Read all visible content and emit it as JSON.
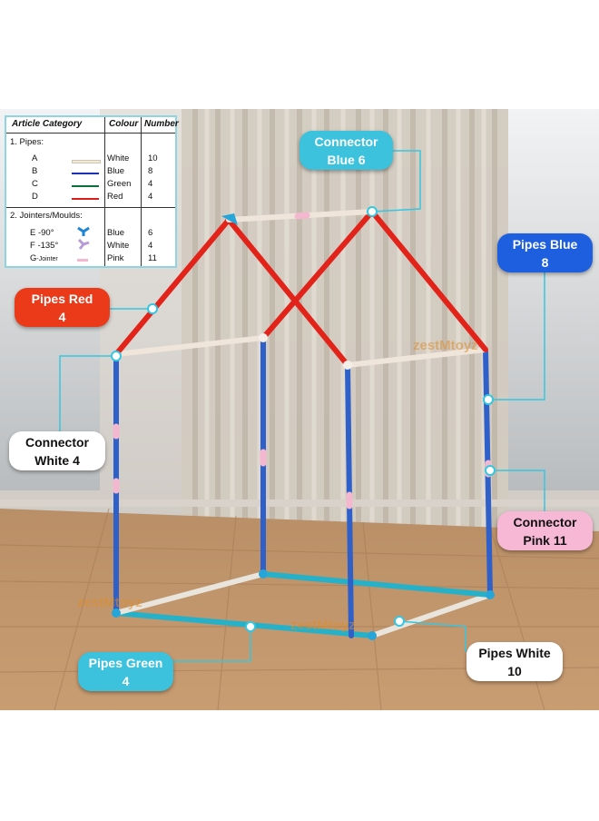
{
  "table": {
    "headers": [
      "Article Category",
      "Colour",
      "Number"
    ],
    "section1": "1. Pipes:",
    "pipes": [
      {
        "code": "A",
        "colour": "White",
        "number": "10",
        "swatch": "#f1e9d8"
      },
      {
        "code": "B",
        "colour": "Blue",
        "number": "8",
        "swatch": "#1c2fb8"
      },
      {
        "code": "C",
        "colour": "Green",
        "number": "4",
        "swatch": "#0c6e3c"
      },
      {
        "code": "D",
        "colour": "Red",
        "number": "4",
        "swatch": "#e01b1b"
      }
    ],
    "section2": "2. Jointers/Moulds:",
    "jointers": [
      {
        "code": "E -90°",
        "colour": "Blue",
        "number": "6"
      },
      {
        "code": "F -135°",
        "colour": "White",
        "number": "4"
      },
      {
        "code": "G",
        "code_suffix": "-Jointer",
        "colour": "Pink",
        "number": "11"
      }
    ]
  },
  "callouts": {
    "connector_blue": {
      "line1": "Connector",
      "line2": "Blue 6"
    },
    "pipes_blue": {
      "line1": "Pipes Blue",
      "line2": "8"
    },
    "pipes_red": {
      "line1": "Pipes Red",
      "line2": "4"
    },
    "connector_white": {
      "line1": "Connector",
      "line2": "White 4"
    },
    "connector_pink": {
      "line1": "Connector",
      "line2": "Pink 11"
    },
    "pipes_green": {
      "line1": "Pipes Green",
      "line2": "4"
    },
    "pipes_white": {
      "line1": "Pipes White",
      "line2": "10"
    }
  },
  "watermark": "zestMtoyz",
  "colors": {
    "blue_box": "#1e5fe0",
    "red_box": "#ea3a1a",
    "cyan_box": "#3cc2dc",
    "pink_box": "#f6b8d4",
    "white_box": "#ffffff",
    "leader": "#36c6e0"
  }
}
